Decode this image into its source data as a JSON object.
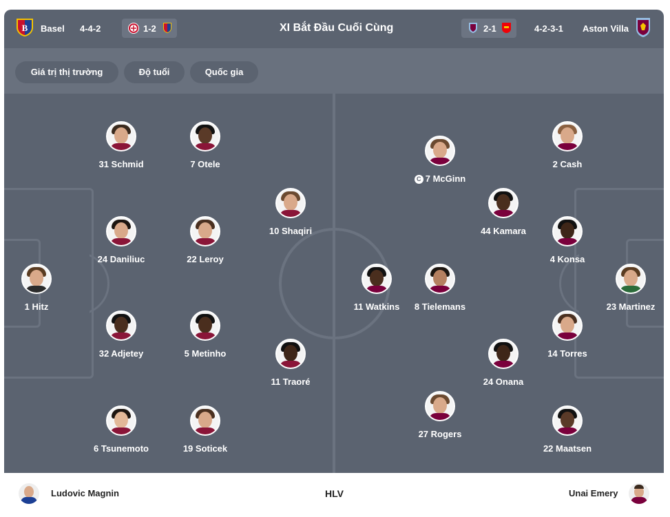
{
  "header": {
    "home_team": "Basel",
    "home_formation": "4-4-2",
    "home_last_score": "1-2",
    "title": "XI Bắt Đầu Cuối Cùng",
    "away_last_score": "2-1",
    "away_formation": "4-2-3-1",
    "away_team": "Aston Villa"
  },
  "filters": [
    "Giá trị thị trường",
    "Độ tuổi",
    "Quốc gia"
  ],
  "home_players": [
    {
      "label": "31 Schmid"
    },
    {
      "label": "7 Otele"
    },
    {
      "label": "10 Shaqiri"
    },
    {
      "label": "24 Daniliuc"
    },
    {
      "label": "22 Leroy"
    },
    {
      "label": "1 Hitz"
    },
    {
      "label": "32 Adjetey"
    },
    {
      "label": "5 Metinho"
    },
    {
      "label": "11 Traoré"
    },
    {
      "label": "6 Tsunemoto"
    },
    {
      "label": "19 Soticek"
    }
  ],
  "away_players": [
    {
      "label": "7 McGinn",
      "captain_badge": "C"
    },
    {
      "label": "2 Cash"
    },
    {
      "label": "44 Kamara"
    },
    {
      "label": "4 Konsa"
    },
    {
      "label": "11 Watkins"
    },
    {
      "label": "8 Tielemans"
    },
    {
      "label": "23 Martinez"
    },
    {
      "label": "14 Torres"
    },
    {
      "label": "24 Onana"
    },
    {
      "label": "27 Rogers"
    },
    {
      "label": "22 Maatsen"
    }
  ],
  "footer": {
    "home_coach": "Ludovic Magnin",
    "label": "HLV",
    "away_coach": "Unai Emery"
  },
  "colors": {
    "pitch": "#5b6370",
    "filter_bar": "#69717e",
    "pitch_lines": "#6b7380",
    "basel_red": "#c8102e",
    "basel_blue": "#1c3f94",
    "villa_claret": "#7a003c",
    "villa_blue": "#95bfe5",
    "arsenal_red": "#ef0107"
  }
}
